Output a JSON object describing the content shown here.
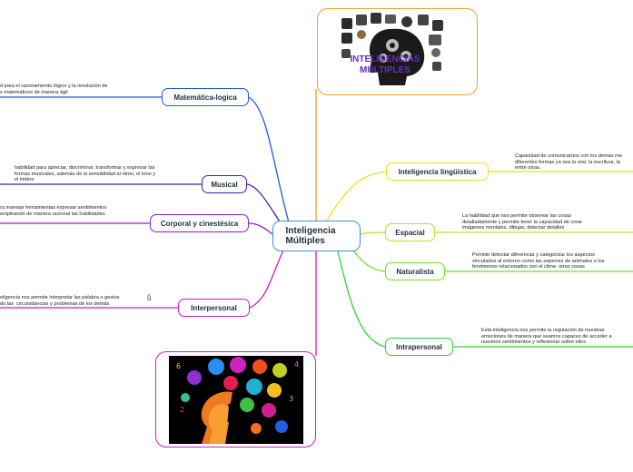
{
  "root": {
    "label": "Inteligencia Múltiples"
  },
  "branches": [
    {
      "id": "matematica",
      "label": "Matemática-logica",
      "color": "#1f5bd8",
      "desc": "d para el razonamiento lógico y la resolución de\ns matemáticos de manera ágil"
    },
    {
      "id": "musical",
      "label": "Musical",
      "color": "#4020b0",
      "desc": "habilidad para apreciar, discriminar, transformar y expresar las\nformas musicales, además de la sensibilidad al ritmo, el tono y\nel timbre"
    },
    {
      "id": "corporal",
      "label": "Corporal y cinestésica",
      "color": "#8a22c8",
      "desc": "ra manejar herramientas expresar sentimientos\nempleando de manera racional las habilidades"
    },
    {
      "id": "interpersonal",
      "label": "Interpersonal",
      "color": "#c020c0",
      "desc": "eligencia nos permite interpretar las palabra o gestos\ndo las  circunstancias y problemas de los demás"
    },
    {
      "id": "linguistica",
      "label": "Inteligencia lingüística",
      "color": "#e8e020",
      "desc": "Capacidad de comunicarnos con los demás me\ndiferentes formas ya sea la oral, la escritura, la\nentre otras."
    },
    {
      "id": "espacial",
      "label": "Espacial",
      "color": "#b8e020",
      "desc": "La habilidad que nos permite observar las cosas\ndetalladamente y permite tener la capacidad de crear\nimágenes mentales, dibujar, detectar detalles"
    },
    {
      "id": "naturalista",
      "label": "Naturalista",
      "color": "#70e020",
      "desc": "Permite detectar diferenciar y categorizar los aspectos\nvinculados al entorno como las especies de animales o los\nfenómenos relacionados con el clima  otras cosas"
    },
    {
      "id": "intrapersonal",
      "label": "Intrapersonal",
      "color": "#30d030",
      "desc": "Está inteligencia nos permite la regulación de nuestras\nemociones de manera que seamos capaces de acceder a\nnuestros sentimientos y reflexionar sobre ellos"
    }
  ],
  "top_image": {
    "caption": "INTELIGENCIAS MÚLTIPLES",
    "border_color": "#f0a020"
  },
  "bottom_image": {
    "border_color": "#d020c0"
  },
  "stray_glyph": "ů"
}
